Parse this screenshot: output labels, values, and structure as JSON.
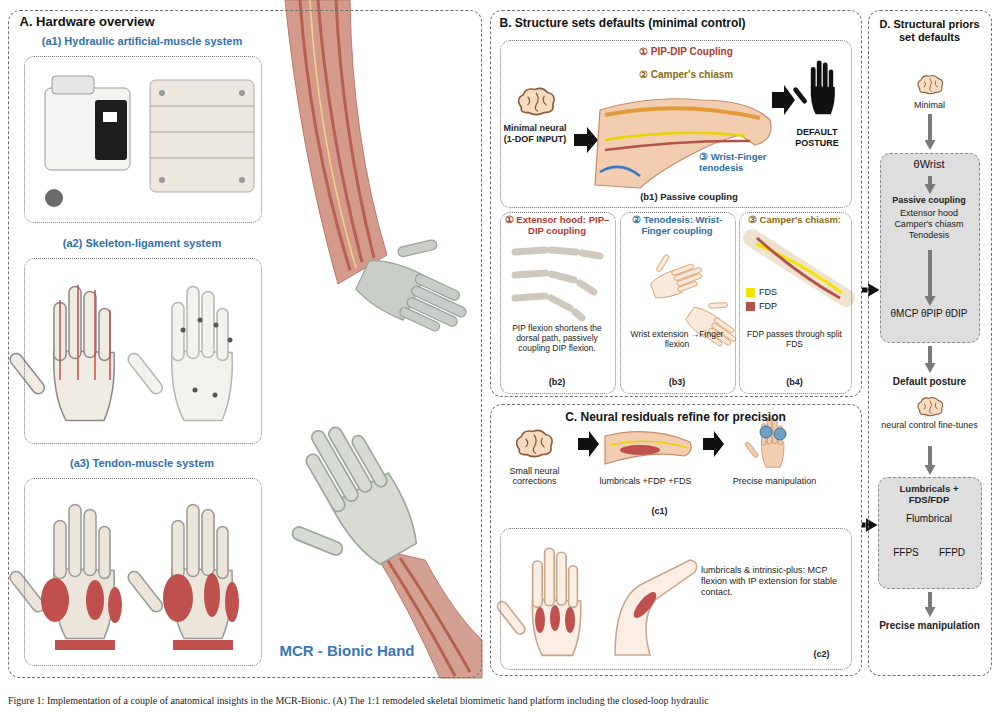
{
  "diagram": {
    "caption": "Figure 1: Implementation of a couple of anatomical insights in the MCR-Bionic. (A) The 1:1 remodeled skeletal biomimetic hand platform including the closed-loop hydraulic",
    "nodes": [
      {
        "text": [
          "A. Hardware overview"
        ]
      },
      {
        "text": [
          "(a1) Hydraulic artificial-muscle system"
        ],
        "in": 0
      },
      {
        "text": [
          "(a2) Skeleton-ligament system"
        ],
        "in": 0
      },
      {
        "text": [
          "(a3) Tendon-muscle system"
        ],
        "in": 0
      },
      {
        "text": [
          "B. Structure sets defaults (minimal control)"
        ]
      },
      {
        "text": [
          "Minimal neural (1-DOF INPUT)",
          "① PIP-DIP Coupling",
          "② Camper's chiasm",
          "③ Wrist-Finger tenodesis",
          "DEFAULT POSTURE",
          "(b1) Passive coupling"
        ],
        "in": 4
      },
      {
        "text": [
          "① Extensor hood: PIP–DIP coupling",
          "PIP flexion shortens the dorsal path, passively coupling DIP flexion.",
          "(b2)"
        ],
        "in": 4
      },
      {
        "text": [
          "② Tenodesis: Wrist-Finger coupling",
          "Wrist extension →Finger flexion",
          "(b3)"
        ],
        "in": 4
      },
      {
        "text": [
          "③ Camper's chiasm:",
          "FDP passes through split FDS",
          "(b4)"
        ],
        "in": 4
      },
      {
        "text": [
          "C. Neural residuals refine for precision",
          "Small neural corrections",
          "lumbricals +FDP +FDS",
          "Precise manipulation",
          "(c1)"
        ]
      },
      {
        "text": [
          "lumbricals & intrinsic-plus: MCP flexion with IP extension for stable contact.",
          "(c2)"
        ],
        "in": 9
      },
      {
        "text": [
          "D. Structural priors set defaults",
          "Minimal",
          "Default posture",
          "neural control fine-tunes",
          "Precise manipulation"
        ]
      },
      {
        "text": [
          "θWrist",
          "Passive coupling",
          "Extensor hood Camper's chiasm Tenodesis",
          "θMCP θPIP θDIP"
        ],
        "in": 11
      },
      {
        "text": [
          "Lumbricals + FDS/FDP",
          "Flumbrical",
          "FFPS",
          "FFPD"
        ],
        "in": 11
      }
    ],
    "edges": [
      {
        "from": 4,
        "to": 12,
        "arrow": "to"
      },
      {
        "from": 9,
        "to": 13,
        "arrow": "to"
      }
    ],
    "labels": [
      "MCR - Bionic Hand"
    ],
    "legend": [
      {
        "text": "FDS",
        "color": "#f2e600"
      },
      {
        "text": "FDP",
        "color": "#b5524a"
      }
    ]
  }
}
